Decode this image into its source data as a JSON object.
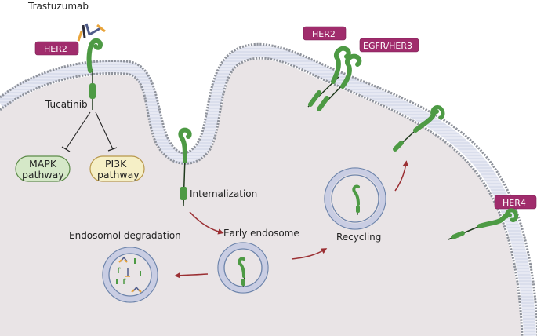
{
  "title": "HER2 signaling, internalization and recycling",
  "labels": {
    "trastuzumab": "Trastuzumab",
    "tucatinib": "Tucatinib",
    "internalization": "Internalization",
    "early_endosome": "Early endosome",
    "degradation": "Endosomol degradation",
    "recycling": "Recycling"
  },
  "receptor_tags": [
    {
      "id": "her2-left",
      "text": "HER2"
    },
    {
      "id": "her2-top",
      "text": "HER2"
    },
    {
      "id": "egfr-her3",
      "text": "EGFR/HER3"
    },
    {
      "id": "her4",
      "text": "HER4"
    }
  ],
  "pathways": [
    {
      "id": "mapk",
      "line1": "MAPK",
      "line2": "pathway"
    },
    {
      "id": "pi3k",
      "line1": "PI3K",
      "line2": "pathway"
    }
  ],
  "colors": {
    "cytoplasm": "#e9e4e6",
    "membrane_head": "#8e929b",
    "membrane_tail": "#c9cde3",
    "vesicle": "#6d84ab",
    "receptor": "#4d9a44",
    "receptor_dark": "#2f6a2a",
    "tag": "#a02c6c",
    "arrow": "#9b2f33",
    "mapk_fill": "#d5e8c8",
    "mapk_stroke": "#5c8a48",
    "pi3k_fill": "#f5efc6",
    "pi3k_stroke": "#b8974a",
    "antibody_blue": "#4f5b89",
    "antibody_orange": "#e9a43a"
  }
}
